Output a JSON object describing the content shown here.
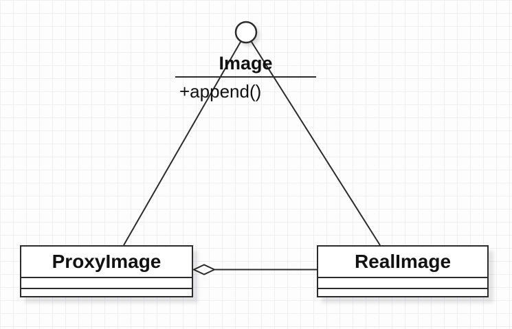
{
  "diagram": {
    "kind": "uml-class-diagram",
    "interface": {
      "name": "Image",
      "methods": [
        "+append()"
      ]
    },
    "classes": [
      {
        "name": "ProxyImage"
      },
      {
        "name": "RealImage"
      }
    ],
    "relationships": [
      {
        "from": "ProxyImage",
        "to": "Image",
        "type": "realization"
      },
      {
        "from": "RealImage",
        "to": "Image",
        "type": "realization"
      },
      {
        "from": "ProxyImage",
        "to": "RealImage",
        "type": "aggregation"
      }
    ],
    "colors": {
      "stroke": "#2b2b2b",
      "text": "#111111",
      "node_fill": "#ffffff",
      "grid_line": "#efeff2",
      "background": "#fdfdfe"
    }
  }
}
